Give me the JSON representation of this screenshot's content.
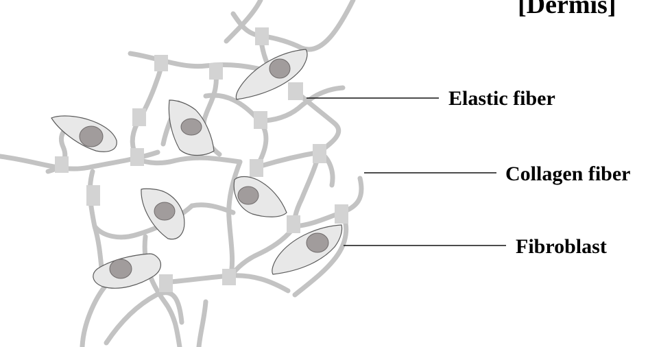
{
  "title": "[Dermis]",
  "labels": {
    "elastic_fiber": "Elastic fiber",
    "collagen_fiber": "Collagen fiber",
    "fibroblast": "Fibroblast"
  },
  "colors": {
    "fiber": "#c3c3c3",
    "crosslink_node": "#d3d3d3",
    "cell_body": "#e8e8e8",
    "nucleus": "#a19c9c",
    "leader_line": "#111111"
  }
}
